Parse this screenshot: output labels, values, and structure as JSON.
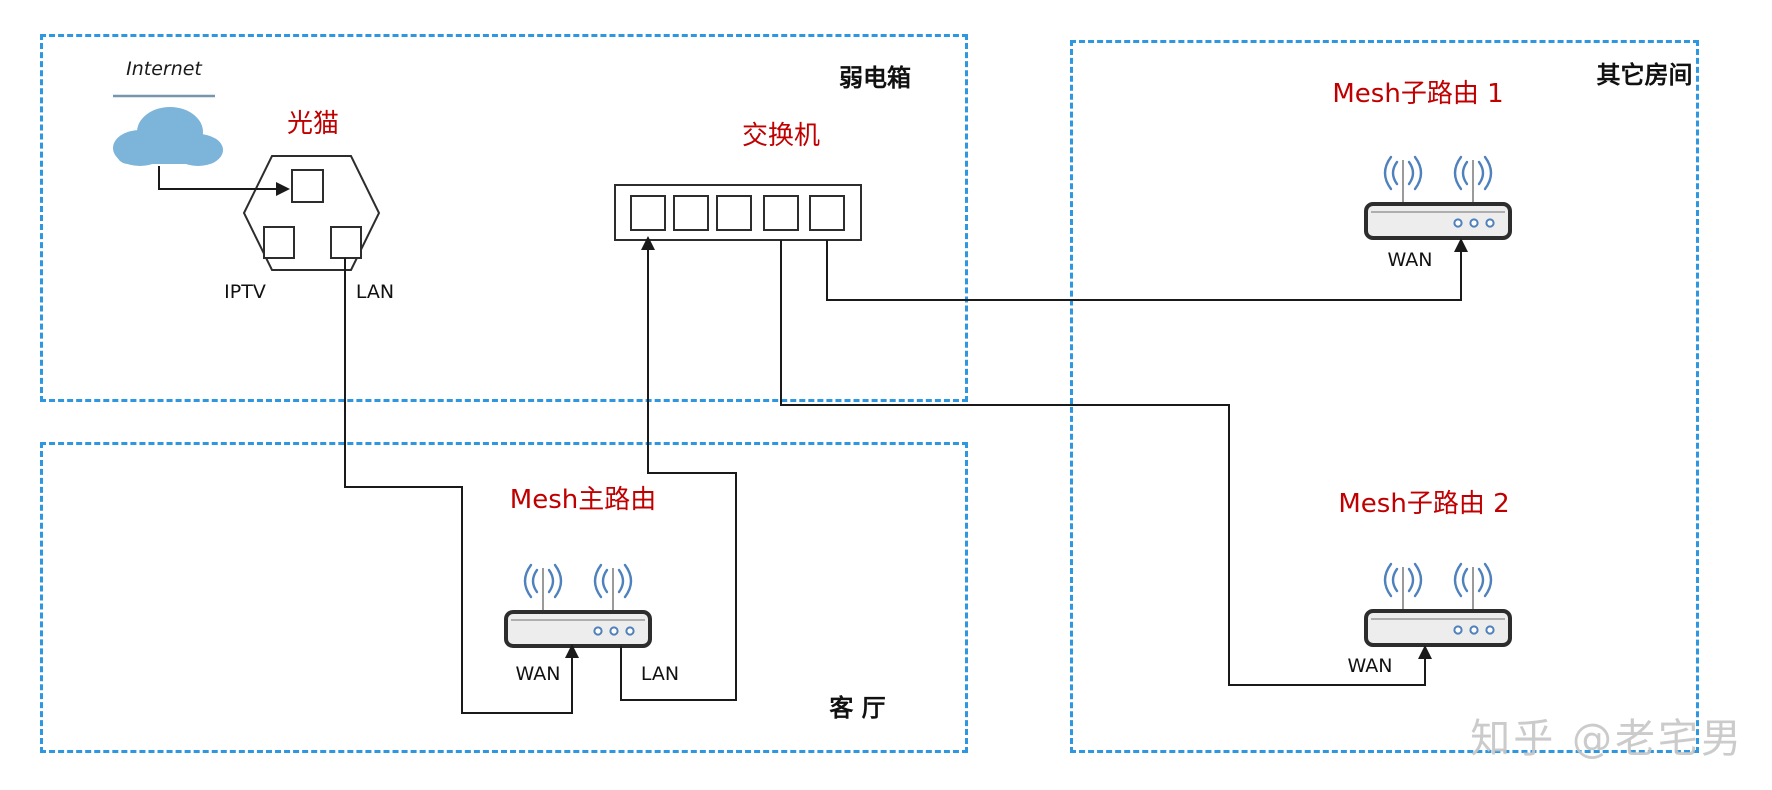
{
  "watermark": "知乎 @老宅男",
  "colors": {
    "zone_border": "#2e97e0",
    "device_label_red": "#c00000",
    "cable_black": "#1a1a1a",
    "cloud_fill": "#7db4d9",
    "antenna_blue": "#4f81bd"
  },
  "zones": {
    "weak_box": {
      "label": "弱电箱"
    },
    "living_room": {
      "label": "客 厅"
    },
    "other_rooms": {
      "label": "其它房间"
    }
  },
  "nodes": {
    "internet": {
      "label": "Internet"
    },
    "modem": {
      "label": "光猫",
      "port_iptv": "IPTV",
      "port_lan": "LAN"
    },
    "switch": {
      "label": "交换机"
    },
    "main_router": {
      "label": "Mesh主路由",
      "port_wan": "WAN",
      "port_lan": "LAN"
    },
    "sub_router_1": {
      "label": "Mesh子路由 1",
      "port_wan": "WAN"
    },
    "sub_router_2": {
      "label": "Mesh子路由 2",
      "port_wan": "WAN"
    }
  },
  "connections": [
    {
      "from": "internet",
      "to": "modem"
    },
    {
      "from": "modem.LAN",
      "to": "main_router.WAN"
    },
    {
      "from": "main_router.LAN",
      "to": "switch"
    },
    {
      "from": "switch",
      "to": "sub_router_1.WAN"
    },
    {
      "from": "switch",
      "to": "sub_router_2.WAN"
    }
  ]
}
